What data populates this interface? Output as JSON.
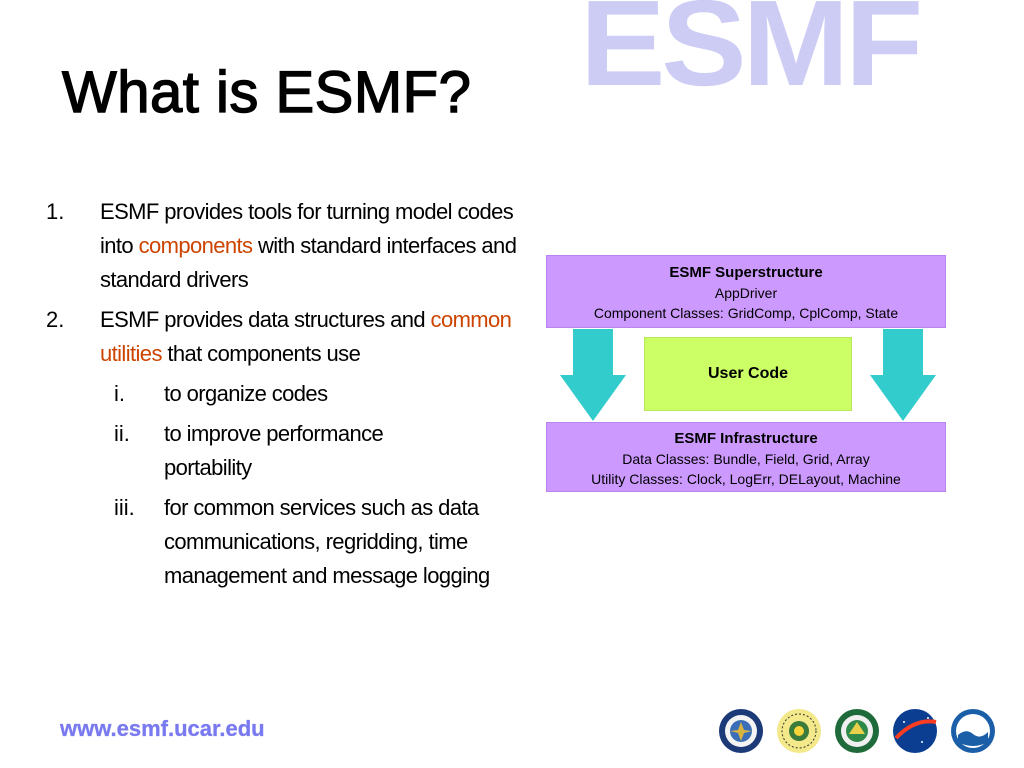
{
  "watermark": {
    "text": "ESMF",
    "color": "#ccccf5"
  },
  "slide": {
    "title": "What is ESMF?"
  },
  "list": {
    "item1": {
      "num": "1.",
      "part1": "ESMF provides tools for turning model codes into ",
      "highlight": "components",
      "part2": " with standard interfaces and standard drivers"
    },
    "item2": {
      "num": "2.",
      "part1": "ESMF provides data structures and ",
      "highlight": "common utilities",
      "part2": " that components use"
    },
    "subitems": [
      {
        "num": "i.",
        "text": "to organize codes"
      },
      {
        "num": "ii.",
        "text": "to improve performance portability"
      },
      {
        "num": "iii.",
        "text": "for common services such as data communications, regridding, time management and message logging"
      }
    ],
    "highlight_color": "#cc4400"
  },
  "diagram": {
    "superstructure": {
      "title": "ESMF Superstructure",
      "line1": "AppDriver",
      "line2": "Component Classes:  GridComp, CplComp, State"
    },
    "user_code": "User Code",
    "infrastructure": {
      "title": "ESMF Infrastructure",
      "line1": "Data Classes:  Bundle, Field, Grid, Array",
      "line2": "Utility Classes:  Clock, LogErr, DELayout, Machine"
    },
    "colors": {
      "box": "#cc99ff",
      "user_code": "#ccff66",
      "arrow": "#33cccc"
    }
  },
  "footer": {
    "url": "www.esmf.ucar.edu",
    "logos": [
      "department-of-defense-seal",
      "national-science-foundation-logo",
      "department-of-energy-seal",
      "nasa-logo",
      "noaa-logo"
    ]
  }
}
